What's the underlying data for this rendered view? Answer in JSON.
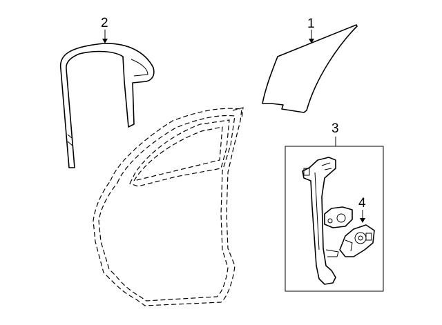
{
  "diagram": {
    "callouts": [
      {
        "id": "1",
        "label": "1"
      },
      {
        "id": "2",
        "label": "2"
      },
      {
        "id": "3",
        "label": "3"
      },
      {
        "id": "4",
        "label": "4"
      }
    ],
    "parts": [
      {
        "callout": "1",
        "icon": "door-glass-icon"
      },
      {
        "callout": "2",
        "icon": "glass-run-channel-icon"
      },
      {
        "callout": "3",
        "icon": "window-regulator-icon"
      },
      {
        "callout": "4",
        "icon": "regulator-motor-icon"
      }
    ]
  }
}
